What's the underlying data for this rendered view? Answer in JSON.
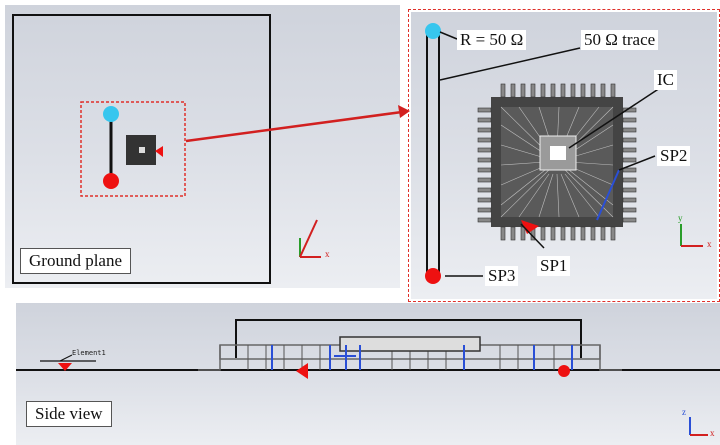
{
  "top_view": {
    "label": "Ground plane"
  },
  "zoom_view": {
    "resistor_label": "R = 50 Ω",
    "trace_label": "50 Ω trace",
    "ic_label": "IC",
    "sp1_label": "SP1",
    "sp2_label": "SP2",
    "sp3_label": "SP3"
  },
  "side_view": {
    "label": "Side view",
    "element_tag": "Element1"
  },
  "axes": {
    "x": "x",
    "y": "y",
    "z": "z"
  },
  "colors": {
    "port_blue": "#37c6ee",
    "port_red": "#ee1111",
    "callout_red": "#d22020",
    "trace_black": "#111111",
    "dotted_box": "#e0302a"
  }
}
